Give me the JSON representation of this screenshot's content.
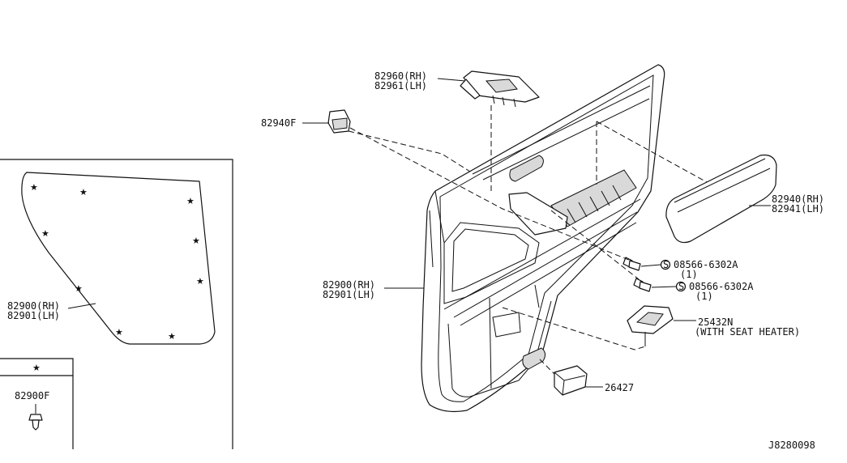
{
  "labels": {
    "p82960": [
      "82960(RH)",
      "82961(LH)"
    ],
    "p82940f": "82940F",
    "p82940": [
      "82940(RH)",
      "82941(LH)"
    ],
    "p82900_main": [
      "82900(RH)",
      "82901(LH)"
    ],
    "p08566_a": [
      "08566-6302A",
      "(1)"
    ],
    "p08566_b": [
      "08566-6302A",
      "(1)"
    ],
    "p25432n": [
      "25432N",
      "(WITH SEAT HEATER)"
    ],
    "p26427": "26427",
    "inset_82900": [
      "82900(RH)",
      "82901(LH)"
    ],
    "legend_symbol": "★",
    "p82900f": "82900F",
    "s_mark": "S",
    "diagram_code": "J8280098"
  }
}
